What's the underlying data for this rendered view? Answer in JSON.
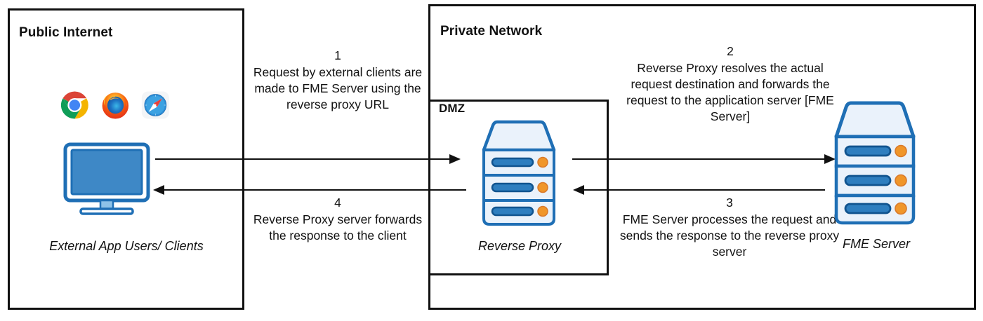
{
  "diagram": {
    "zones": {
      "public": {
        "title": "Public Internet"
      },
      "private": {
        "title": "Private Network"
      },
      "dmz": {
        "title": "DMZ"
      }
    },
    "nodes": {
      "clients": {
        "caption": "External App Users/ Clients",
        "browsers": [
          "chrome-icon",
          "firefox-icon",
          "safari-icon"
        ],
        "device": "desktop-monitor-icon"
      },
      "reverse_proxy": {
        "caption": "Reverse Proxy",
        "device": "server-rack-icon"
      },
      "fme_server": {
        "caption": "FME Server",
        "device": "server-rack-icon"
      }
    },
    "steps": [
      {
        "number": "1",
        "text": "Request by external clients are made to FME Server using the reverse proxy URL",
        "direction": "right"
      },
      {
        "number": "2",
        "text": "Reverse Proxy resolves the actual request destination and forwards the request to the application server [FME Server]",
        "direction": "right"
      },
      {
        "number": "3",
        "text": "FME Server processes the request and sends the response to the reverse proxy server",
        "direction": "left"
      },
      {
        "number": "4",
        "text": "Reverse Proxy server forwards the response to the client",
        "direction": "left"
      }
    ],
    "colors": {
      "outline": "#111111",
      "server_stroke": "#1F6FB5",
      "server_fill": "#EAF2FB",
      "bar_blue": "#2E7EBF",
      "bar_blue_dark": "#11548F",
      "led_orange": "#F0962A",
      "screen_blue": "#3E88C6",
      "monitor_stroke": "#1F6FB5",
      "stand_blue": "#8DC2E8"
    }
  }
}
